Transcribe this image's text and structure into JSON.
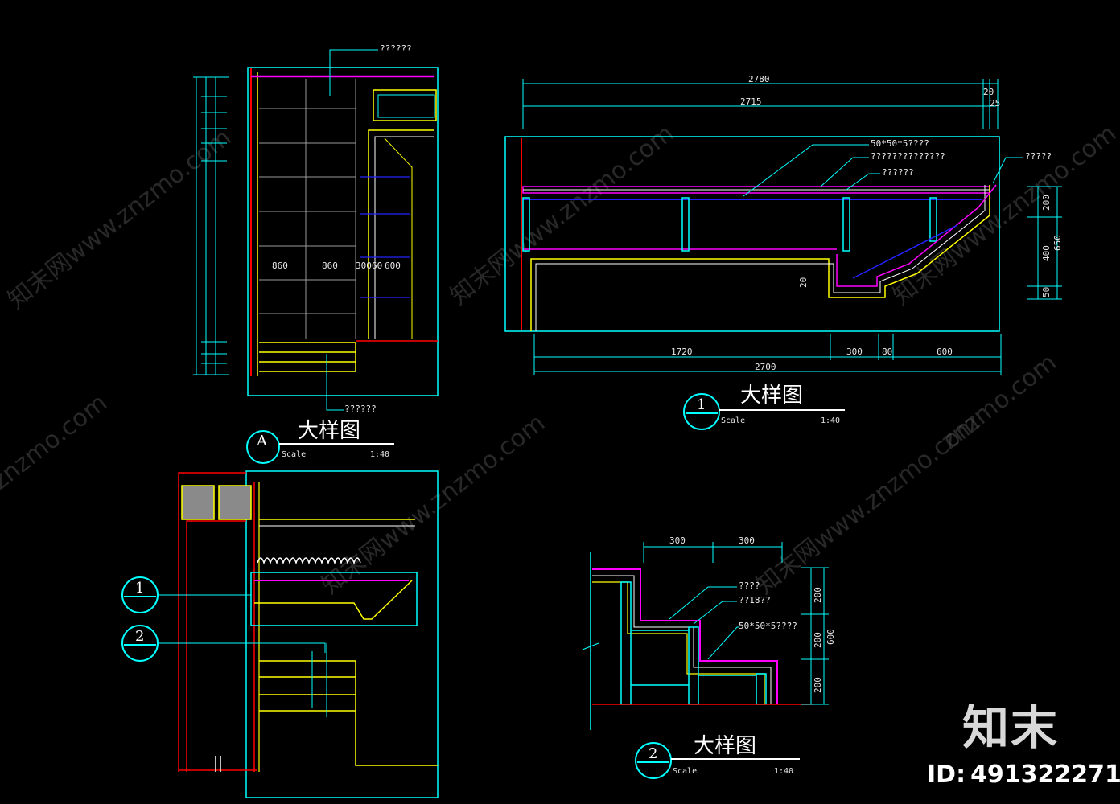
{
  "views": {
    "a": {
      "marker": "A",
      "title": "大样图",
      "scale_word": "Scale",
      "scale_value": "1:40",
      "dims": [
        "860",
        "860",
        "300",
        "60",
        "600"
      ],
      "callouts": [
        "??????",
        "??????"
      ]
    },
    "one": {
      "marker": "1",
      "title": "大样图",
      "scale_word": "Scale",
      "scale_value": "1:40",
      "top_dims": [
        "2780",
        "2715",
        "20",
        "25"
      ],
      "bottom_dims": [
        "1720",
        "300",
        "80",
        "600",
        "2700"
      ],
      "side_dims": [
        "200",
        "400",
        "650",
        "50",
        "20"
      ],
      "callouts": [
        "50*50*5????",
        "??????????????",
        "??????",
        "?????"
      ]
    },
    "two": {
      "marker": "2",
      "title": "大样图",
      "scale_word": "Scale",
      "scale_value": "1:40",
      "dims": [
        "300",
        "300",
        "200",
        "200",
        "200",
        "600"
      ],
      "callouts": [
        "????",
        "??18??",
        "50*50*5????"
      ]
    },
    "plan": {
      "markers": [
        "1",
        "2"
      ]
    }
  },
  "watermarks": [
    "知末网www.znzmo.com",
    "知末网www.znzmo.com",
    "知末网www.znzmo.com",
    "知末网www.znzmo.com",
    "知末网www.znzmo.com",
    "znzmo.com",
    "znzmo.com"
  ],
  "brand": "知末",
  "id_label": "ID:",
  "id_value": "491322271",
  "colors": {
    "cyan": "#00ffff",
    "yellow": "#ffff00",
    "magenta": "#ff00ff",
    "red": "#ff0000",
    "blue": "#2222ff",
    "white": "#ffffff",
    "gray": "#9a9a9a"
  }
}
